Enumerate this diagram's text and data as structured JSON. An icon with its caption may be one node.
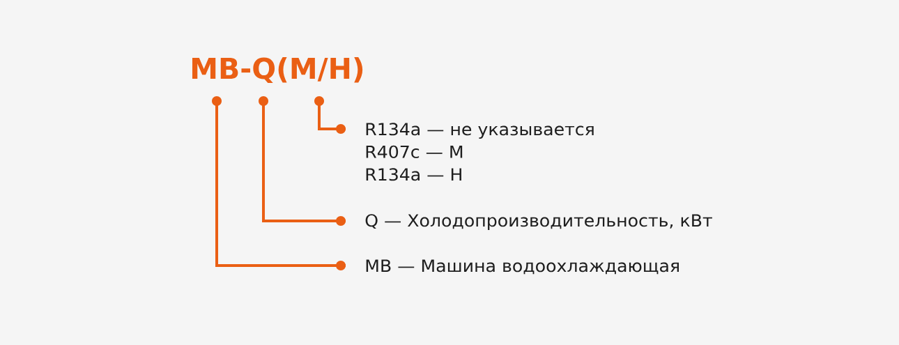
{
  "diagram": {
    "title": "МВ-Q(М/Н)",
    "nodes": [
      {
        "text": [
          "R134a — не указывается",
          "R407c — М",
          "R134a — Н"
        ]
      },
      {
        "text": [
          "Q — Холодопроизводительность, кВт"
        ]
      },
      {
        "text": [
          "МВ — Машина водоохлаждающая"
        ]
      }
    ],
    "edges": [
      {
        "from": null,
        "to": 0,
        "arrow": "other"
      },
      {
        "from": null,
        "to": 1,
        "arrow": "other"
      },
      {
        "from": null,
        "to": 2,
        "arrow": "other"
      }
    ]
  }
}
